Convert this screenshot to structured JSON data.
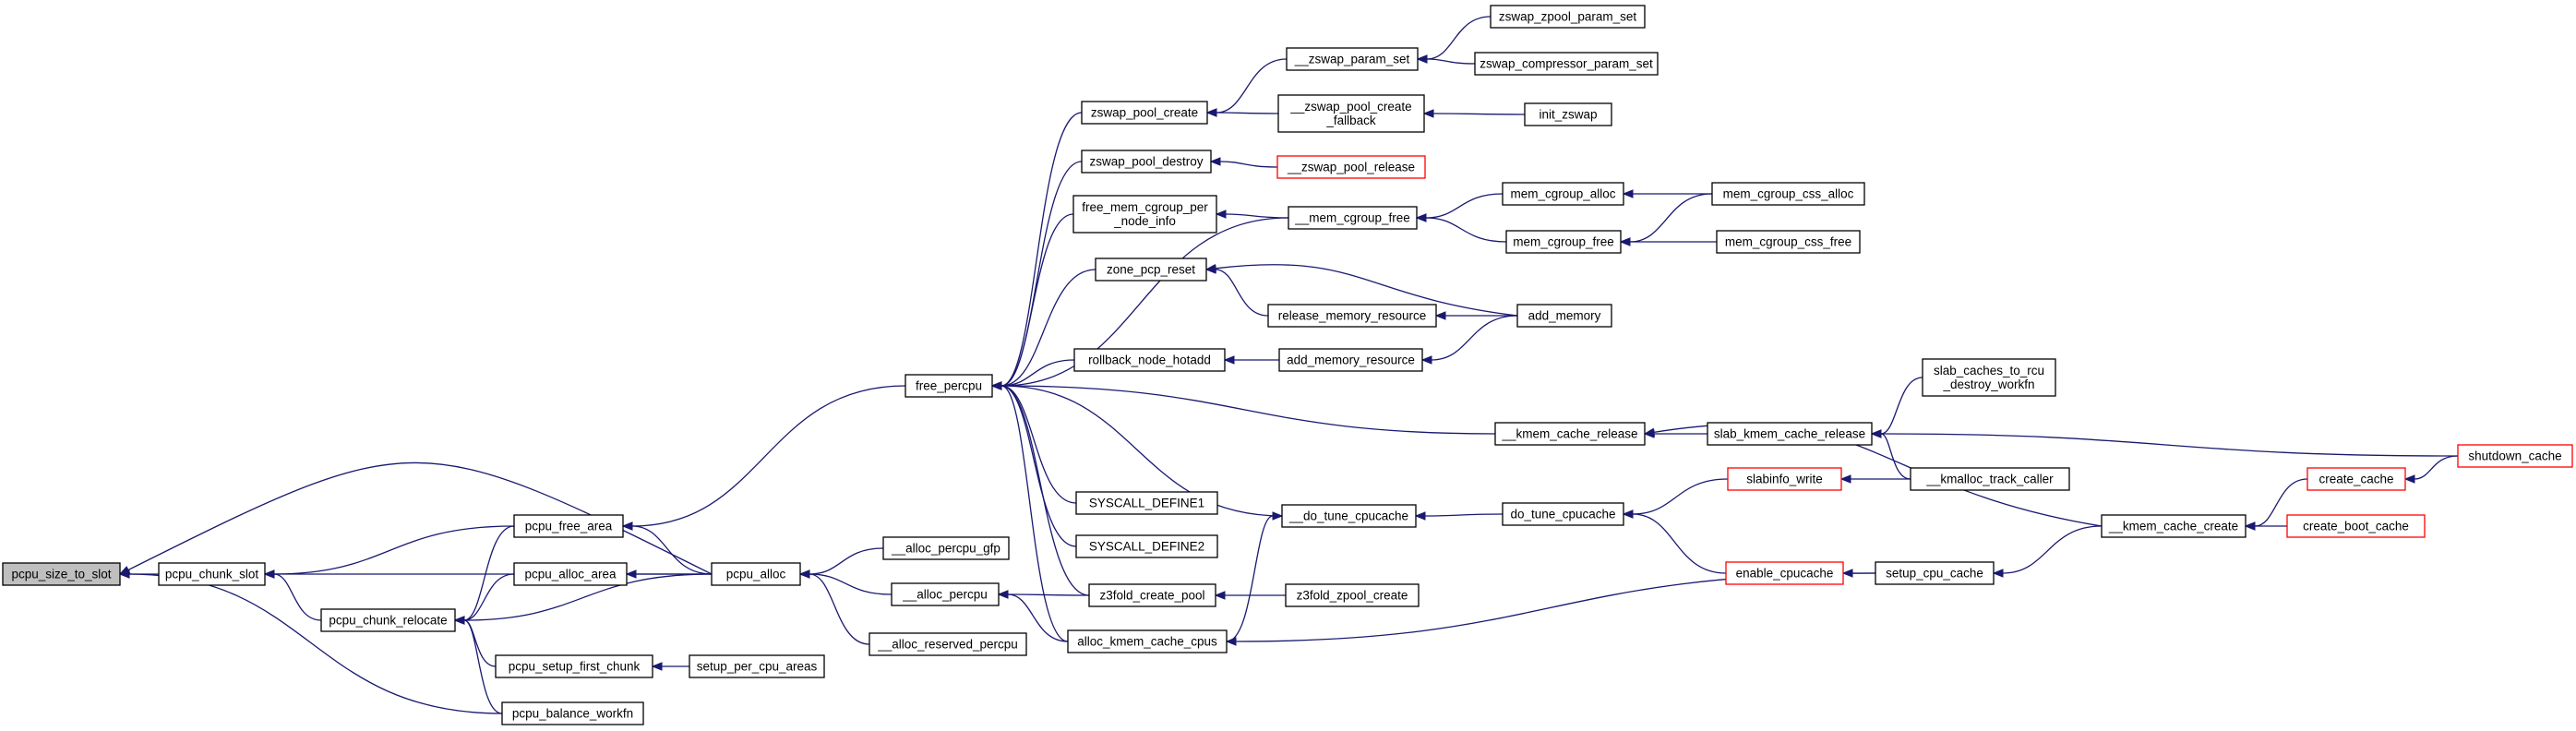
{
  "colors": {
    "edge": "#191970",
    "node_border": "#000000",
    "truncated_node_border": "#ff0000",
    "root_fill": "#bfbfbf"
  },
  "nodes": [
    {
      "id": "pcpu_size_to_slot",
      "label": [
        "pcpu_size_to_slot"
      ],
      "style": "root"
    },
    {
      "id": "pcpu_chunk_slot",
      "label": [
        "pcpu_chunk_slot"
      ]
    },
    {
      "id": "pcpu_chunk_relocate",
      "label": [
        "pcpu_chunk_relocate"
      ]
    },
    {
      "id": "pcpu_free_area",
      "label": [
        "pcpu_free_area"
      ]
    },
    {
      "id": "pcpu_alloc_area",
      "label": [
        "pcpu_alloc_area"
      ]
    },
    {
      "id": "pcpu_setup_first_chunk",
      "label": [
        "pcpu_setup_first_chunk"
      ]
    },
    {
      "id": "pcpu_balance_workfn",
      "label": [
        "pcpu_balance_workfn"
      ]
    },
    {
      "id": "setup_per_cpu_areas",
      "label": [
        "setup_per_cpu_areas"
      ]
    },
    {
      "id": "pcpu_alloc",
      "label": [
        "pcpu_alloc"
      ]
    },
    {
      "id": "__alloc_percpu_gfp",
      "label": [
        "__alloc_percpu_gfp"
      ]
    },
    {
      "id": "__alloc_percpu",
      "label": [
        "__alloc_percpu"
      ]
    },
    {
      "id": "__alloc_reserved_percpu",
      "label": [
        "__alloc_reserved_percpu"
      ]
    },
    {
      "id": "free_percpu",
      "label": [
        "free_percpu"
      ]
    },
    {
      "id": "zswap_pool_create",
      "label": [
        "zswap_pool_create"
      ]
    },
    {
      "id": "zswap_pool_destroy",
      "label": [
        "zswap_pool_destroy"
      ]
    },
    {
      "id": "free_mem_cgroup_per_node_info",
      "label": [
        "free_mem_cgroup_per",
        "_node_info"
      ]
    },
    {
      "id": "zone_pcp_reset",
      "label": [
        "zone_pcp_reset"
      ]
    },
    {
      "id": "rollback_node_hotadd",
      "label": [
        "rollback_node_hotadd"
      ]
    },
    {
      "id": "SYSCALL_DEFINE1",
      "label": [
        "SYSCALL_DEFINE1"
      ]
    },
    {
      "id": "SYSCALL_DEFINE2",
      "label": [
        "SYSCALL_DEFINE2"
      ]
    },
    {
      "id": "z3fold_create_pool",
      "label": [
        "z3fold_create_pool"
      ]
    },
    {
      "id": "alloc_kmem_cache_cpus",
      "label": [
        "alloc_kmem_cache_cpus"
      ]
    },
    {
      "id": "__zswap_param_set",
      "label": [
        "__zswap_param_set"
      ]
    },
    {
      "id": "__zswap_pool_create_fallback",
      "label": [
        "__zswap_pool_create",
        "_fallback"
      ]
    },
    {
      "id": "__zswap_pool_release",
      "label": [
        "__zswap_pool_release"
      ],
      "style": "red"
    },
    {
      "id": "__mem_cgroup_free",
      "label": [
        "__mem_cgroup_free"
      ]
    },
    {
      "id": "release_memory_resource",
      "label": [
        "release_memory_resource"
      ]
    },
    {
      "id": "add_memory_resource",
      "label": [
        "add_memory_resource"
      ]
    },
    {
      "id": "__kmem_cache_release",
      "label": [
        "__kmem_cache_release"
      ]
    },
    {
      "id": "__do_tune_cpucache",
      "label": [
        "__do_tune_cpucache"
      ]
    },
    {
      "id": "z3fold_zpool_create",
      "label": [
        "z3fold_zpool_create"
      ]
    },
    {
      "id": "zswap_zpool_param_set",
      "label": [
        "zswap_zpool_param_set"
      ]
    },
    {
      "id": "zswap_compressor_param_set",
      "label": [
        "zswap_compressor_param_set"
      ]
    },
    {
      "id": "init_zswap",
      "label": [
        "init_zswap"
      ]
    },
    {
      "id": "mem_cgroup_alloc",
      "label": [
        "mem_cgroup_alloc"
      ]
    },
    {
      "id": "mem_cgroup_free",
      "label": [
        "mem_cgroup_free"
      ]
    },
    {
      "id": "add_memory",
      "label": [
        "add_memory"
      ]
    },
    {
      "id": "slab_kmem_cache_release",
      "label": [
        "slab_kmem_cache_release"
      ]
    },
    {
      "id": "do_tune_cpucache",
      "label": [
        "do_tune_cpucache"
      ]
    },
    {
      "id": "slabinfo_write",
      "label": [
        "slabinfo_write"
      ],
      "style": "red"
    },
    {
      "id": "enable_cpucache",
      "label": [
        "enable_cpucache"
      ],
      "style": "red"
    },
    {
      "id": "mem_cgroup_css_alloc",
      "label": [
        "mem_cgroup_css_alloc"
      ]
    },
    {
      "id": "mem_cgroup_css_free",
      "label": [
        "mem_cgroup_css_free"
      ]
    },
    {
      "id": "slab_caches_to_rcu_destroy_workfn",
      "label": [
        "slab_caches_to_rcu",
        "_destroy_workfn"
      ]
    },
    {
      "id": "__kmalloc_track_caller",
      "label": [
        "__kmalloc_track_caller"
      ]
    },
    {
      "id": "setup_cpu_cache",
      "label": [
        "setup_cpu_cache"
      ]
    },
    {
      "id": "__kmem_cache_create",
      "label": [
        "__kmem_cache_create"
      ]
    },
    {
      "id": "create_cache",
      "label": [
        "create_cache"
      ],
      "style": "red"
    },
    {
      "id": "create_boot_cache",
      "label": [
        "create_boot_cache"
      ],
      "style": "red"
    },
    {
      "id": "shutdown_cache",
      "label": [
        "shutdown_cache"
      ],
      "style": "red"
    }
  ],
  "edges": [
    {
      "from": "pcpu_chunk_slot",
      "to": "pcpu_size_to_slot"
    },
    {
      "from": "pcpu_alloc",
      "to": "pcpu_size_to_slot"
    },
    {
      "from": "pcpu_balance_workfn",
      "to": "pcpu_size_to_slot"
    },
    {
      "from": "pcpu_free_area",
      "to": "pcpu_chunk_slot"
    },
    {
      "from": "pcpu_alloc",
      "to": "pcpu_chunk_slot"
    },
    {
      "from": "pcpu_chunk_relocate",
      "to": "pcpu_chunk_slot"
    },
    {
      "from": "pcpu_free_area",
      "to": "pcpu_chunk_relocate"
    },
    {
      "from": "pcpu_alloc_area",
      "to": "pcpu_chunk_relocate"
    },
    {
      "from": "pcpu_alloc",
      "to": "pcpu_chunk_relocate"
    },
    {
      "from": "pcpu_setup_first_chunk",
      "to": "pcpu_chunk_relocate"
    },
    {
      "from": "pcpu_balance_workfn",
      "to": "pcpu_chunk_relocate"
    },
    {
      "from": "free_percpu",
      "to": "pcpu_free_area"
    },
    {
      "from": "pcpu_alloc",
      "to": "pcpu_free_area"
    },
    {
      "from": "pcpu_alloc",
      "to": "pcpu_alloc_area"
    },
    {
      "from": "setup_per_cpu_areas",
      "to": "pcpu_setup_first_chunk"
    },
    {
      "from": "__alloc_percpu_gfp",
      "to": "pcpu_alloc"
    },
    {
      "from": "__alloc_percpu",
      "to": "pcpu_alloc"
    },
    {
      "from": "__alloc_reserved_percpu",
      "to": "pcpu_alloc"
    },
    {
      "from": "z3fold_create_pool",
      "to": "__alloc_percpu"
    },
    {
      "from": "alloc_kmem_cache_cpus",
      "to": "__alloc_percpu"
    },
    {
      "from": "zswap_pool_create",
      "to": "free_percpu"
    },
    {
      "from": "zswap_pool_destroy",
      "to": "free_percpu"
    },
    {
      "from": "free_mem_cgroup_per_node_info",
      "to": "free_percpu"
    },
    {
      "from": "__mem_cgroup_free",
      "to": "free_percpu"
    },
    {
      "from": "zone_pcp_reset",
      "to": "free_percpu"
    },
    {
      "from": "rollback_node_hotadd",
      "to": "free_percpu"
    },
    {
      "from": "__kmem_cache_release",
      "to": "free_percpu"
    },
    {
      "from": "SYSCALL_DEFINE1",
      "to": "free_percpu"
    },
    {
      "from": "SYSCALL_DEFINE2",
      "to": "free_percpu"
    },
    {
      "from": "__do_tune_cpucache",
      "to": "free_percpu"
    },
    {
      "from": "z3fold_create_pool",
      "to": "free_percpu"
    },
    {
      "from": "alloc_kmem_cache_cpus",
      "to": "free_percpu"
    },
    {
      "from": "__zswap_param_set",
      "to": "zswap_pool_create"
    },
    {
      "from": "__zswap_pool_create_fallback",
      "to": "zswap_pool_create"
    },
    {
      "from": "__zswap_pool_release",
      "to": "zswap_pool_destroy"
    },
    {
      "from": "__mem_cgroup_free",
      "to": "free_mem_cgroup_per_node_info"
    },
    {
      "from": "release_memory_resource",
      "to": "zone_pcp_reset"
    },
    {
      "from": "add_memory",
      "to": "zone_pcp_reset"
    },
    {
      "from": "add_memory_resource",
      "to": "rollback_node_hotadd"
    },
    {
      "from": "z3fold_zpool_create",
      "to": "z3fold_create_pool"
    },
    {
      "from": "setup_cpu_cache",
      "to": "alloc_kmem_cache_cpus"
    },
    {
      "from": "zswap_zpool_param_set",
      "to": "__zswap_param_set"
    },
    {
      "from": "zswap_compressor_param_set",
      "to": "__zswap_param_set"
    },
    {
      "from": "init_zswap",
      "to": "__zswap_pool_create_fallback"
    },
    {
      "from": "mem_cgroup_alloc",
      "to": "__mem_cgroup_free"
    },
    {
      "from": "mem_cgroup_free",
      "to": "__mem_cgroup_free"
    },
    {
      "from": "add_memory",
      "to": "release_memory_resource"
    },
    {
      "from": "add_memory",
      "to": "add_memory_resource"
    },
    {
      "from": "slab_kmem_cache_release",
      "to": "__kmem_cache_release"
    },
    {
      "from": "__kmem_cache_create",
      "to": "__kmem_cache_release"
    },
    {
      "from": "do_tune_cpucache",
      "to": "__do_tune_cpucache"
    },
    {
      "from": "alloc_kmem_cache_cpus",
      "to": "__do_tune_cpucache"
    },
    {
      "from": "mem_cgroup_css_alloc",
      "to": "mem_cgroup_alloc"
    },
    {
      "from": "mem_cgroup_css_free",
      "to": "mem_cgroup_free"
    },
    {
      "from": "mem_cgroup_css_alloc",
      "to": "mem_cgroup_free"
    },
    {
      "from": "slab_caches_to_rcu_destroy_workfn",
      "to": "slab_kmem_cache_release"
    },
    {
      "from": "__kmalloc_track_caller",
      "to": "slab_kmem_cache_release"
    },
    {
      "from": "shutdown_cache",
      "to": "slab_kmem_cache_release"
    },
    {
      "from": "slabinfo_write",
      "to": "do_tune_cpucache"
    },
    {
      "from": "enable_cpucache",
      "to": "do_tune_cpucache"
    },
    {
      "from": "__kmalloc_track_caller",
      "to": "slabinfo_write"
    },
    {
      "from": "setup_cpu_cache",
      "to": "enable_cpucache"
    },
    {
      "from": "__kmem_cache_create",
      "to": "setup_cpu_cache"
    },
    {
      "from": "create_cache",
      "to": "__kmem_cache_create"
    },
    {
      "from": "create_boot_cache",
      "to": "__kmem_cache_create"
    },
    {
      "from": "shutdown_cache",
      "to": "create_cache"
    }
  ]
}
